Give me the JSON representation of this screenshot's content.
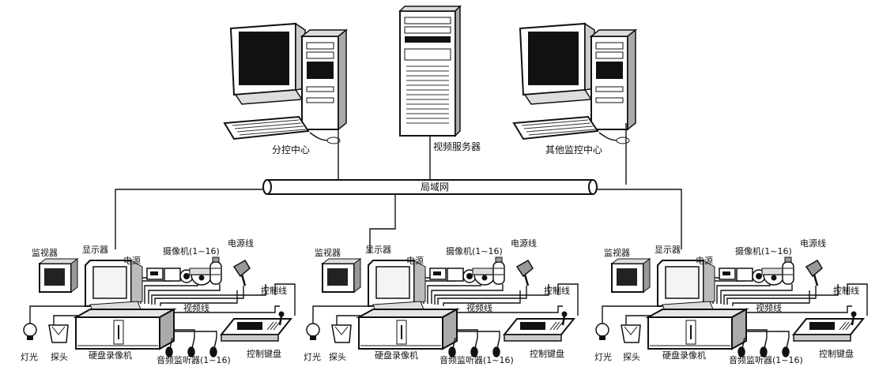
{
  "top": {
    "branch_center": "分控中心",
    "video_server": "视频服务器",
    "other_center": "其他监控中心"
  },
  "network": {
    "label": "局域网"
  },
  "site": {
    "monitor": "监视器",
    "display": "显示器",
    "power": "电源",
    "camera": "摄像机(1~16)",
    "power_line": "电源线",
    "video_line": "视频线",
    "control_line": "控制线",
    "light": "灯光",
    "probe": "探头",
    "dvr": "硬盘录像机",
    "audio": "音频监听器(1~16)",
    "keyboard": "控制键盘"
  }
}
